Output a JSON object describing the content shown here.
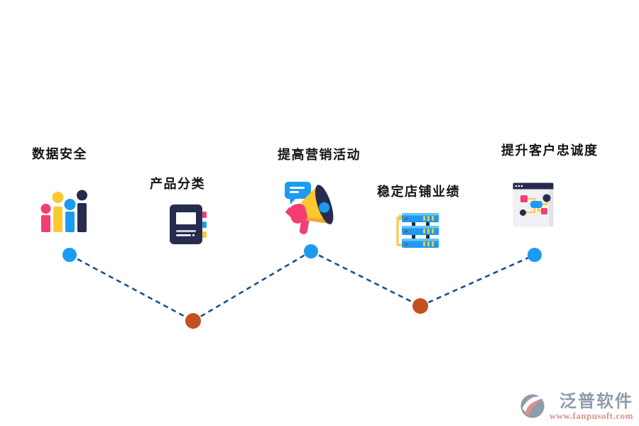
{
  "palette": {
    "label_text": "#141414",
    "node_blue": "#1c9bef",
    "node_rust": "#c3501f",
    "dash_line": "#17538f",
    "pink": "#f23e72",
    "yellow": "#ffc732",
    "navy": "#272c4f",
    "blue": "#1c9bef",
    "footer_gray": "#8e9cad",
    "footer_salmon": "#dc9087"
  },
  "milestones": [
    {
      "label": "数据安全",
      "icon": "bar-chart-icon",
      "node_color": "#1c9bef"
    },
    {
      "label": "产品分类",
      "icon": "notebook-icon",
      "node_color": "#c3501f"
    },
    {
      "label": "提高营销活动",
      "icon": "megaphone-icon",
      "node_color": "#1c9bef"
    },
    {
      "label": "稳定店铺业绩",
      "icon": "server-icon",
      "node_color": "#c3501f"
    },
    {
      "label": "提升客户忠诚度",
      "icon": "browser-icon",
      "node_color": "#1c9bef"
    }
  ],
  "footer": {
    "brand": "泛普软件",
    "url": "www.fanpusoft.com"
  }
}
